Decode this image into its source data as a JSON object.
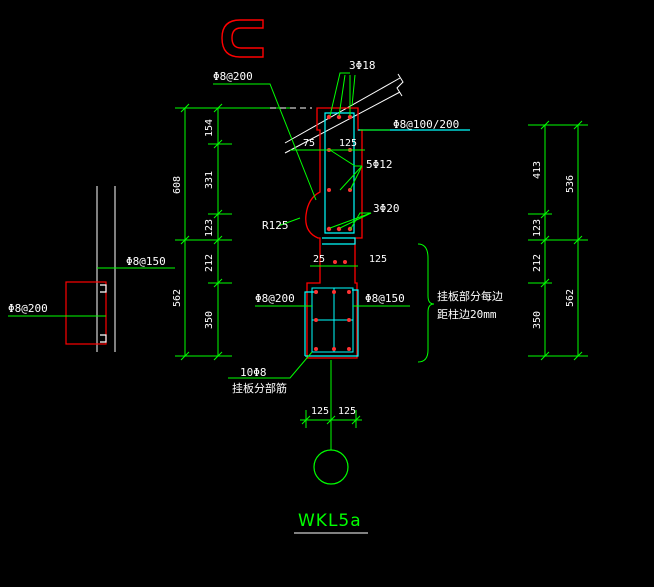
{
  "drawing": {
    "title": "WKL5a",
    "colors": {
      "background": "#000000",
      "dimension": "#00ff00",
      "concrete": "#ff0000",
      "stirrup": "#00ffff",
      "annotation": "#ffffff",
      "slab": "#ffffff"
    },
    "rebar_labels": {
      "top_bars": "3Φ18",
      "slab_stirrup": "Φ8@100/200",
      "side_bars": "5Φ12",
      "hook_bars": "3Φ20",
      "upper_stirrup": "Φ8@200",
      "left_tie": "Φ8@150",
      "left_stirrup": "Φ8@200",
      "mid_stirrup": "Φ8@200",
      "mid_tie": "Φ8@150",
      "bottom_bars": "10Φ8",
      "bottom_note": "挂板分部筋",
      "radius": "R125"
    },
    "notes": {
      "line1": "挂板部分每边",
      "line2": "距柱边20mm"
    },
    "dims": {
      "left_outer_upper": "608",
      "left_outer_lower": "562",
      "left_inner": [
        "154",
        "331",
        "123",
        "212",
        "350"
      ],
      "width_top": [
        "75",
        "125"
      ],
      "width_mid": [
        "25",
        "125"
      ],
      "width_bottom": [
        "125",
        "125"
      ],
      "right_inner": [
        "413",
        "123",
        "212",
        "350"
      ],
      "right_outer": [
        "536",
        "562"
      ]
    }
  }
}
